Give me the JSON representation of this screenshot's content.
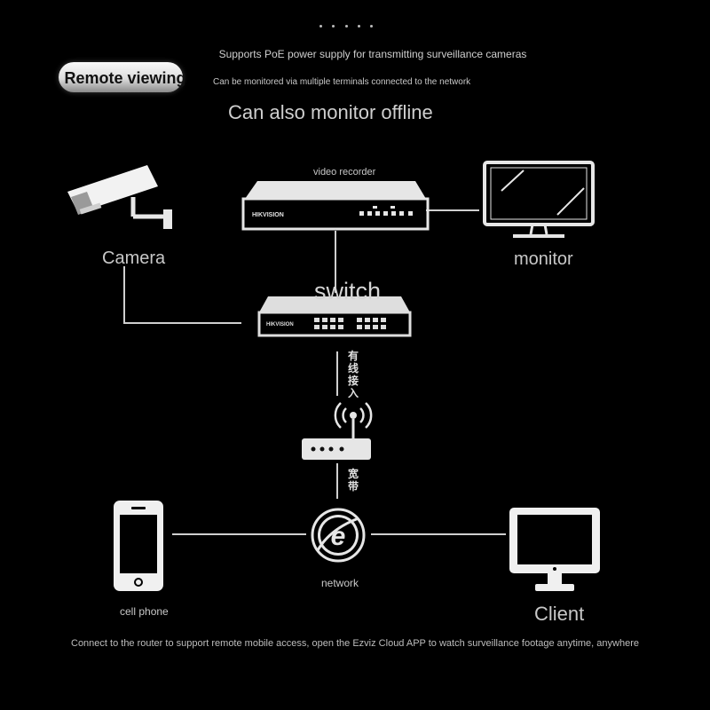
{
  "header": {
    "poe_text": "Supports PoE power supply for transmitting surveillance cameras",
    "badge_label": "Remote viewing",
    "multi_terminal_text": "Can be monitored via multiple terminals connected to the network",
    "headline": "Can also monitor offline"
  },
  "devices": {
    "recorder_label": "video recorder",
    "recorder_brand": "HIKVISION",
    "camera_label": "Camera",
    "monitor_label": "monitor",
    "switch_label": "switch",
    "switch_brand": "HIKVISION",
    "wired_access_chars": [
      "有",
      "线",
      "接",
      "入"
    ],
    "broadband_chars": [
      "宽",
      "带"
    ],
    "network_label": "network",
    "phone_label": "cell phone",
    "client_label": "Client"
  },
  "footer": {
    "text": "Connect to the router to support remote mobile access, open the Ezviz Cloud APP to watch surveillance footage anytime, anywhere"
  }
}
